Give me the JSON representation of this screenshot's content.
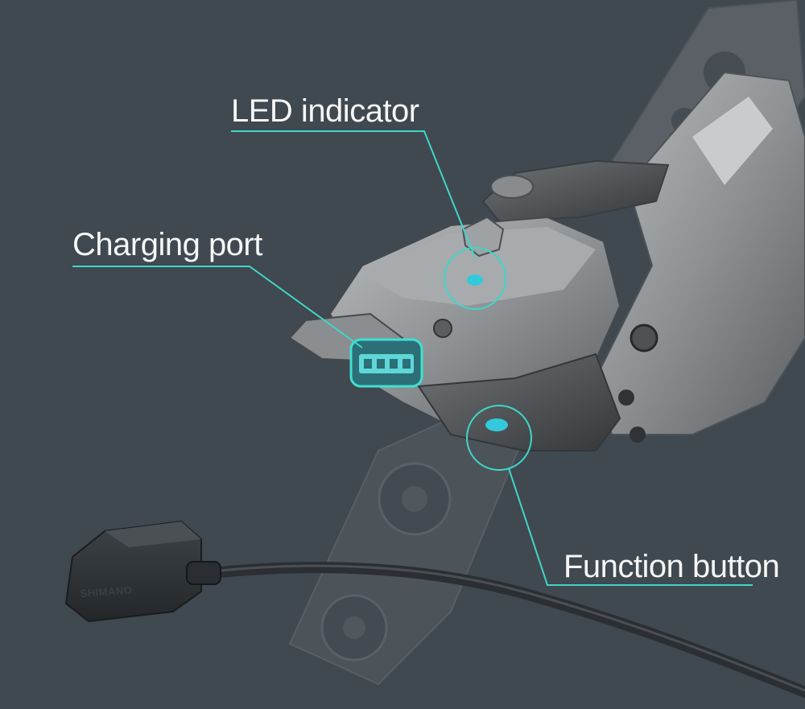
{
  "callouts": {
    "led_indicator": "LED indicator",
    "charging_port": "Charging port",
    "function_button": "Function button"
  },
  "brand_mark": "SHIMANO",
  "colors": {
    "background": "#404850",
    "accent": "#3fd6c8",
    "highlight": "#33c9dc",
    "label_text": "#f5f6f6"
  }
}
